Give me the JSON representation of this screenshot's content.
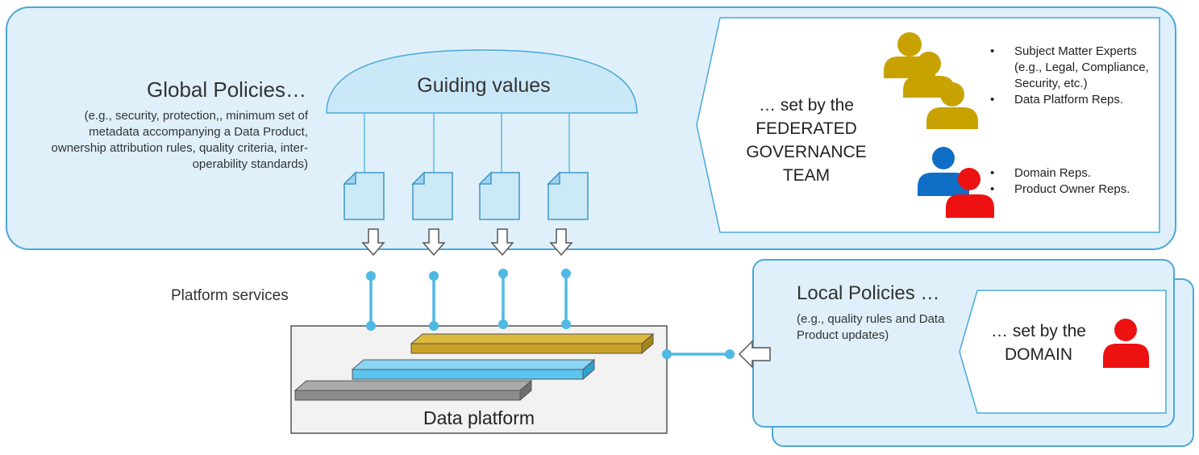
{
  "global": {
    "title": "Global Policies…",
    "description": "(e.g., security, protection,, minimum set of metadata accompanying a Data Product, ownership attribution rules, quality criteria, inter-operability standards)"
  },
  "guiding_values": "Guiding values",
  "federated": {
    "label": "… set by the FEDERATED GOVERNANCE TEAM",
    "group1": [
      "Subject Matter Experts (e.g., Legal, Compliance, Security, etc.)",
      "Data Platform Reps."
    ],
    "group2": [
      "Domain Reps.",
      "Product Owner Reps."
    ]
  },
  "platform_services": "Platform services",
  "data_platform": "Data platform",
  "local": {
    "title": "Local Policies …",
    "description": "(e.g., quality rules and Data Product updates)",
    "domain_label": "… set by the DOMAIN"
  },
  "colors": {
    "panel_fill": "#dff0fb",
    "panel_border": "#4aa8d8",
    "connector": "#4fb8e4",
    "gold": "#c9a227",
    "light_blue": "#5bc4ef",
    "gray": "#8c8c8c",
    "person_gold": "#c8a200",
    "person_blue": "#0f6fc6",
    "person_red": "#ee1111"
  }
}
